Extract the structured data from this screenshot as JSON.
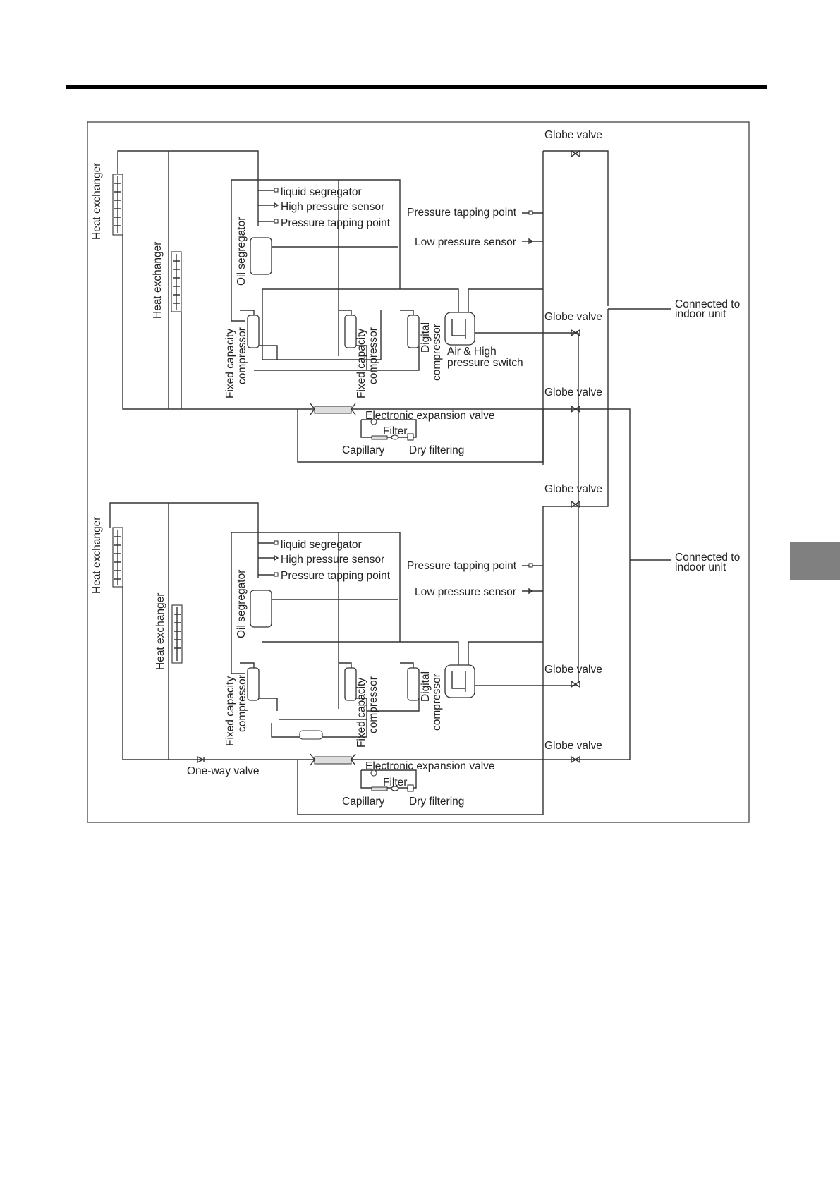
{
  "labels": {
    "heat_exchanger": "Heat exchanger",
    "liquid_segregator": "liquid segregator",
    "high_pressure_sensor": "High pressure sensor",
    "pressure_tapping_point": "Pressure tapping point",
    "oil_segregator": "Oil segregator",
    "low_pressure_sensor": "Low pressure sensor",
    "globe_valve": "Globe valve",
    "connected_line1": "Connected to",
    "connected_line2": "indoor unit",
    "fixed_cap_line1": "Fixed capacity",
    "fixed_cap_line2": "compressor",
    "fixed_cap_b_line1": "Fixed capacity",
    "fixed_cap_b_line2": "compressor",
    "digital_line1": "Digital",
    "digital_line2": "compressor",
    "air_high_line1": "Air & High",
    "air_high_line2": "pressure switch",
    "eev": "Electronic expansion valve",
    "filter": "Filter",
    "capillary": "Capillary",
    "dry_filtering": "Dry filtering",
    "one_way_valve": "One-way valve"
  },
  "colors": {
    "rule": "#000000",
    "tab": "#808080",
    "line": "#333333"
  }
}
